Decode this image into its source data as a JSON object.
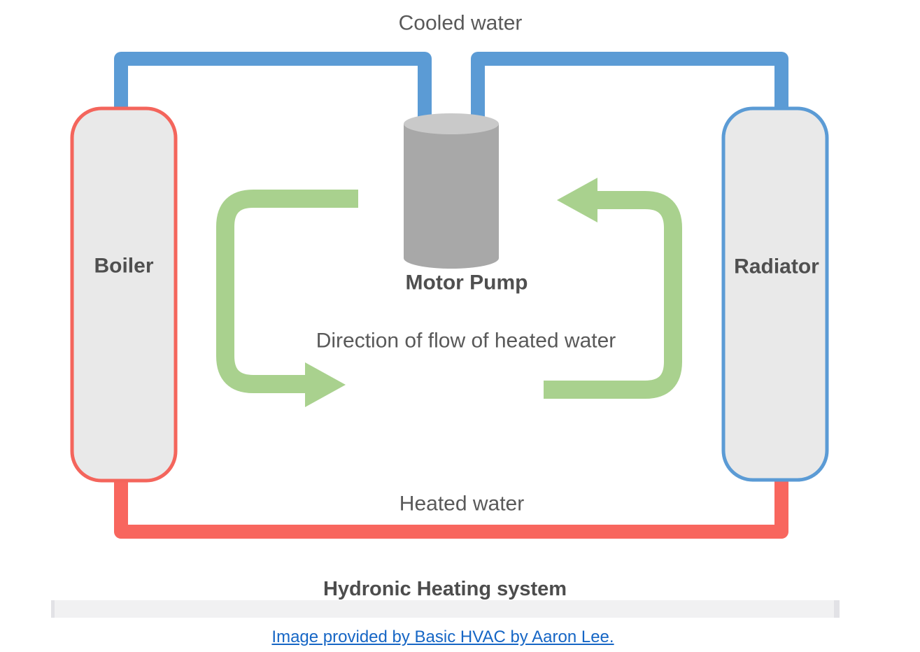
{
  "page": {
    "title": "Hydronic Heating system",
    "credit_link": "Image provided by Basic HVAC by Aaron Lee."
  },
  "diagram": {
    "labels": {
      "cooled_water": "Cooled water",
      "heated_water": "Heated water",
      "flow_direction": "Direction of flow of heated water",
      "boiler": "Boiler",
      "radiator": "Radiator",
      "motor_pump": "Motor Pump"
    },
    "colors": {
      "cold_pipe_blue": "#5b9bd5",
      "hot_pipe_red": "#f8665e",
      "boiler_border_red": "#f4655c",
      "radiator_border_blue": "#5b9bd5",
      "vessel_fill_gray": "#e9e9e9",
      "flow_arrow_green": "#a9d18e",
      "pump_body_gray": "#a8a8a8",
      "pump_top_gray": "#c9c9c9",
      "label_gray": "#595959",
      "link_blue": "#1666c5"
    }
  }
}
